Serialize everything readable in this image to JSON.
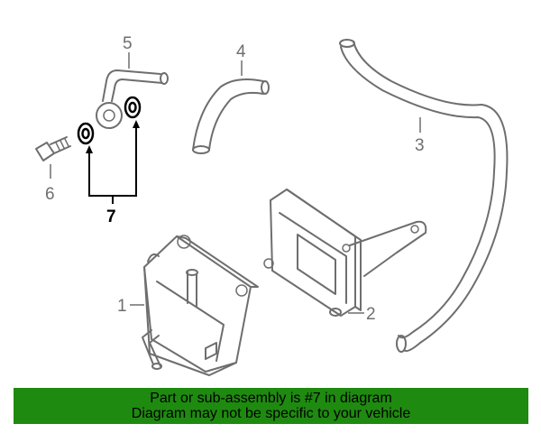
{
  "callouts": {
    "c1": "1",
    "c2": "2",
    "c3": "3",
    "c4": "4",
    "c5": "5",
    "c6": "6",
    "c7": "7"
  },
  "banner": {
    "line1": "Part or sub-assembly is #7 in diagram",
    "line2": "Diagram may not be specific to your vehicle"
  },
  "colors": {
    "banner_bg": "#1f8a10",
    "part_stroke": "#6e6e6e",
    "highlight": "#000000"
  }
}
